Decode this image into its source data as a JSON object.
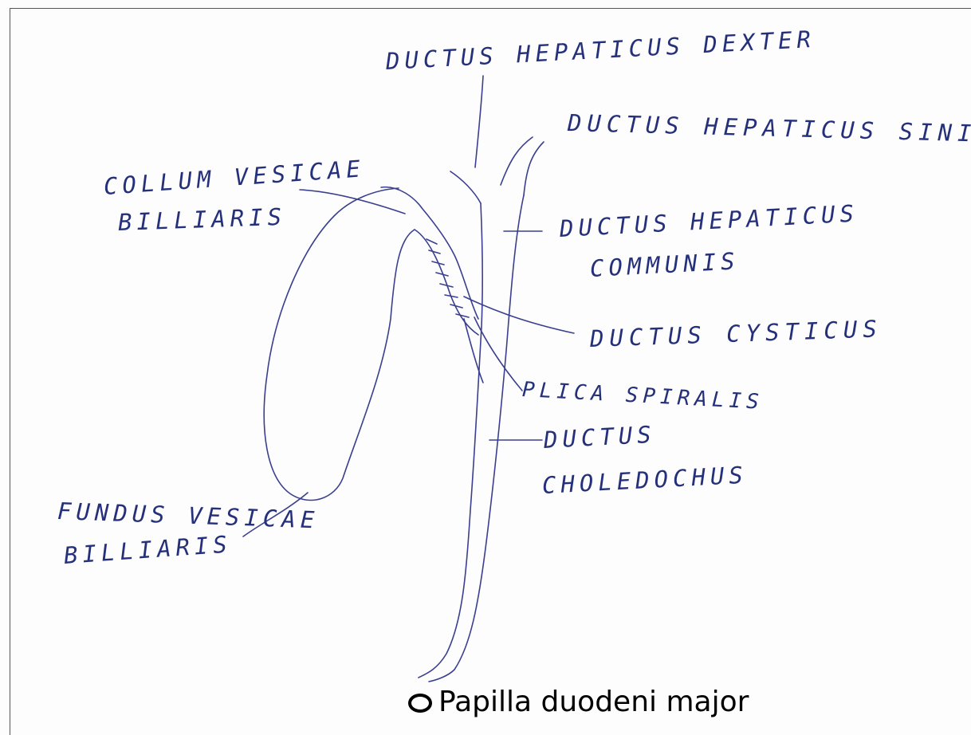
{
  "labels": {
    "ductus_hepaticus_dexter": "DUCTUS HEPATICUS DEXTER",
    "ductus_hepaticus_sinister": "DUCTUS HEPATICUS SINISTER",
    "collum_line1": "COLLUM VESICAE",
    "collum_line2": "BILLIARIS",
    "ductus_hepaticus_communis_line1": "DUCTUS HEPATICUS",
    "ductus_hepaticus_communis_line2": "COMMUNIS",
    "ductus_cysticus": "DUCTUS CYSTICUS",
    "plica_spiralis": "PLICA SPIRALIS",
    "ductus_choledochus_line1": "DUCTUS",
    "ductus_choledochus_line2": "CHOLEDOCHUS",
    "fundus_line1": "FUNDUS VESICAE",
    "fundus_line2": "BILLIARIS",
    "papilla": "Papilla duodeni major"
  },
  "colors": {
    "pen_ink": "#25307a",
    "printed_text": "#000000",
    "paper": "#fdfdfd"
  }
}
